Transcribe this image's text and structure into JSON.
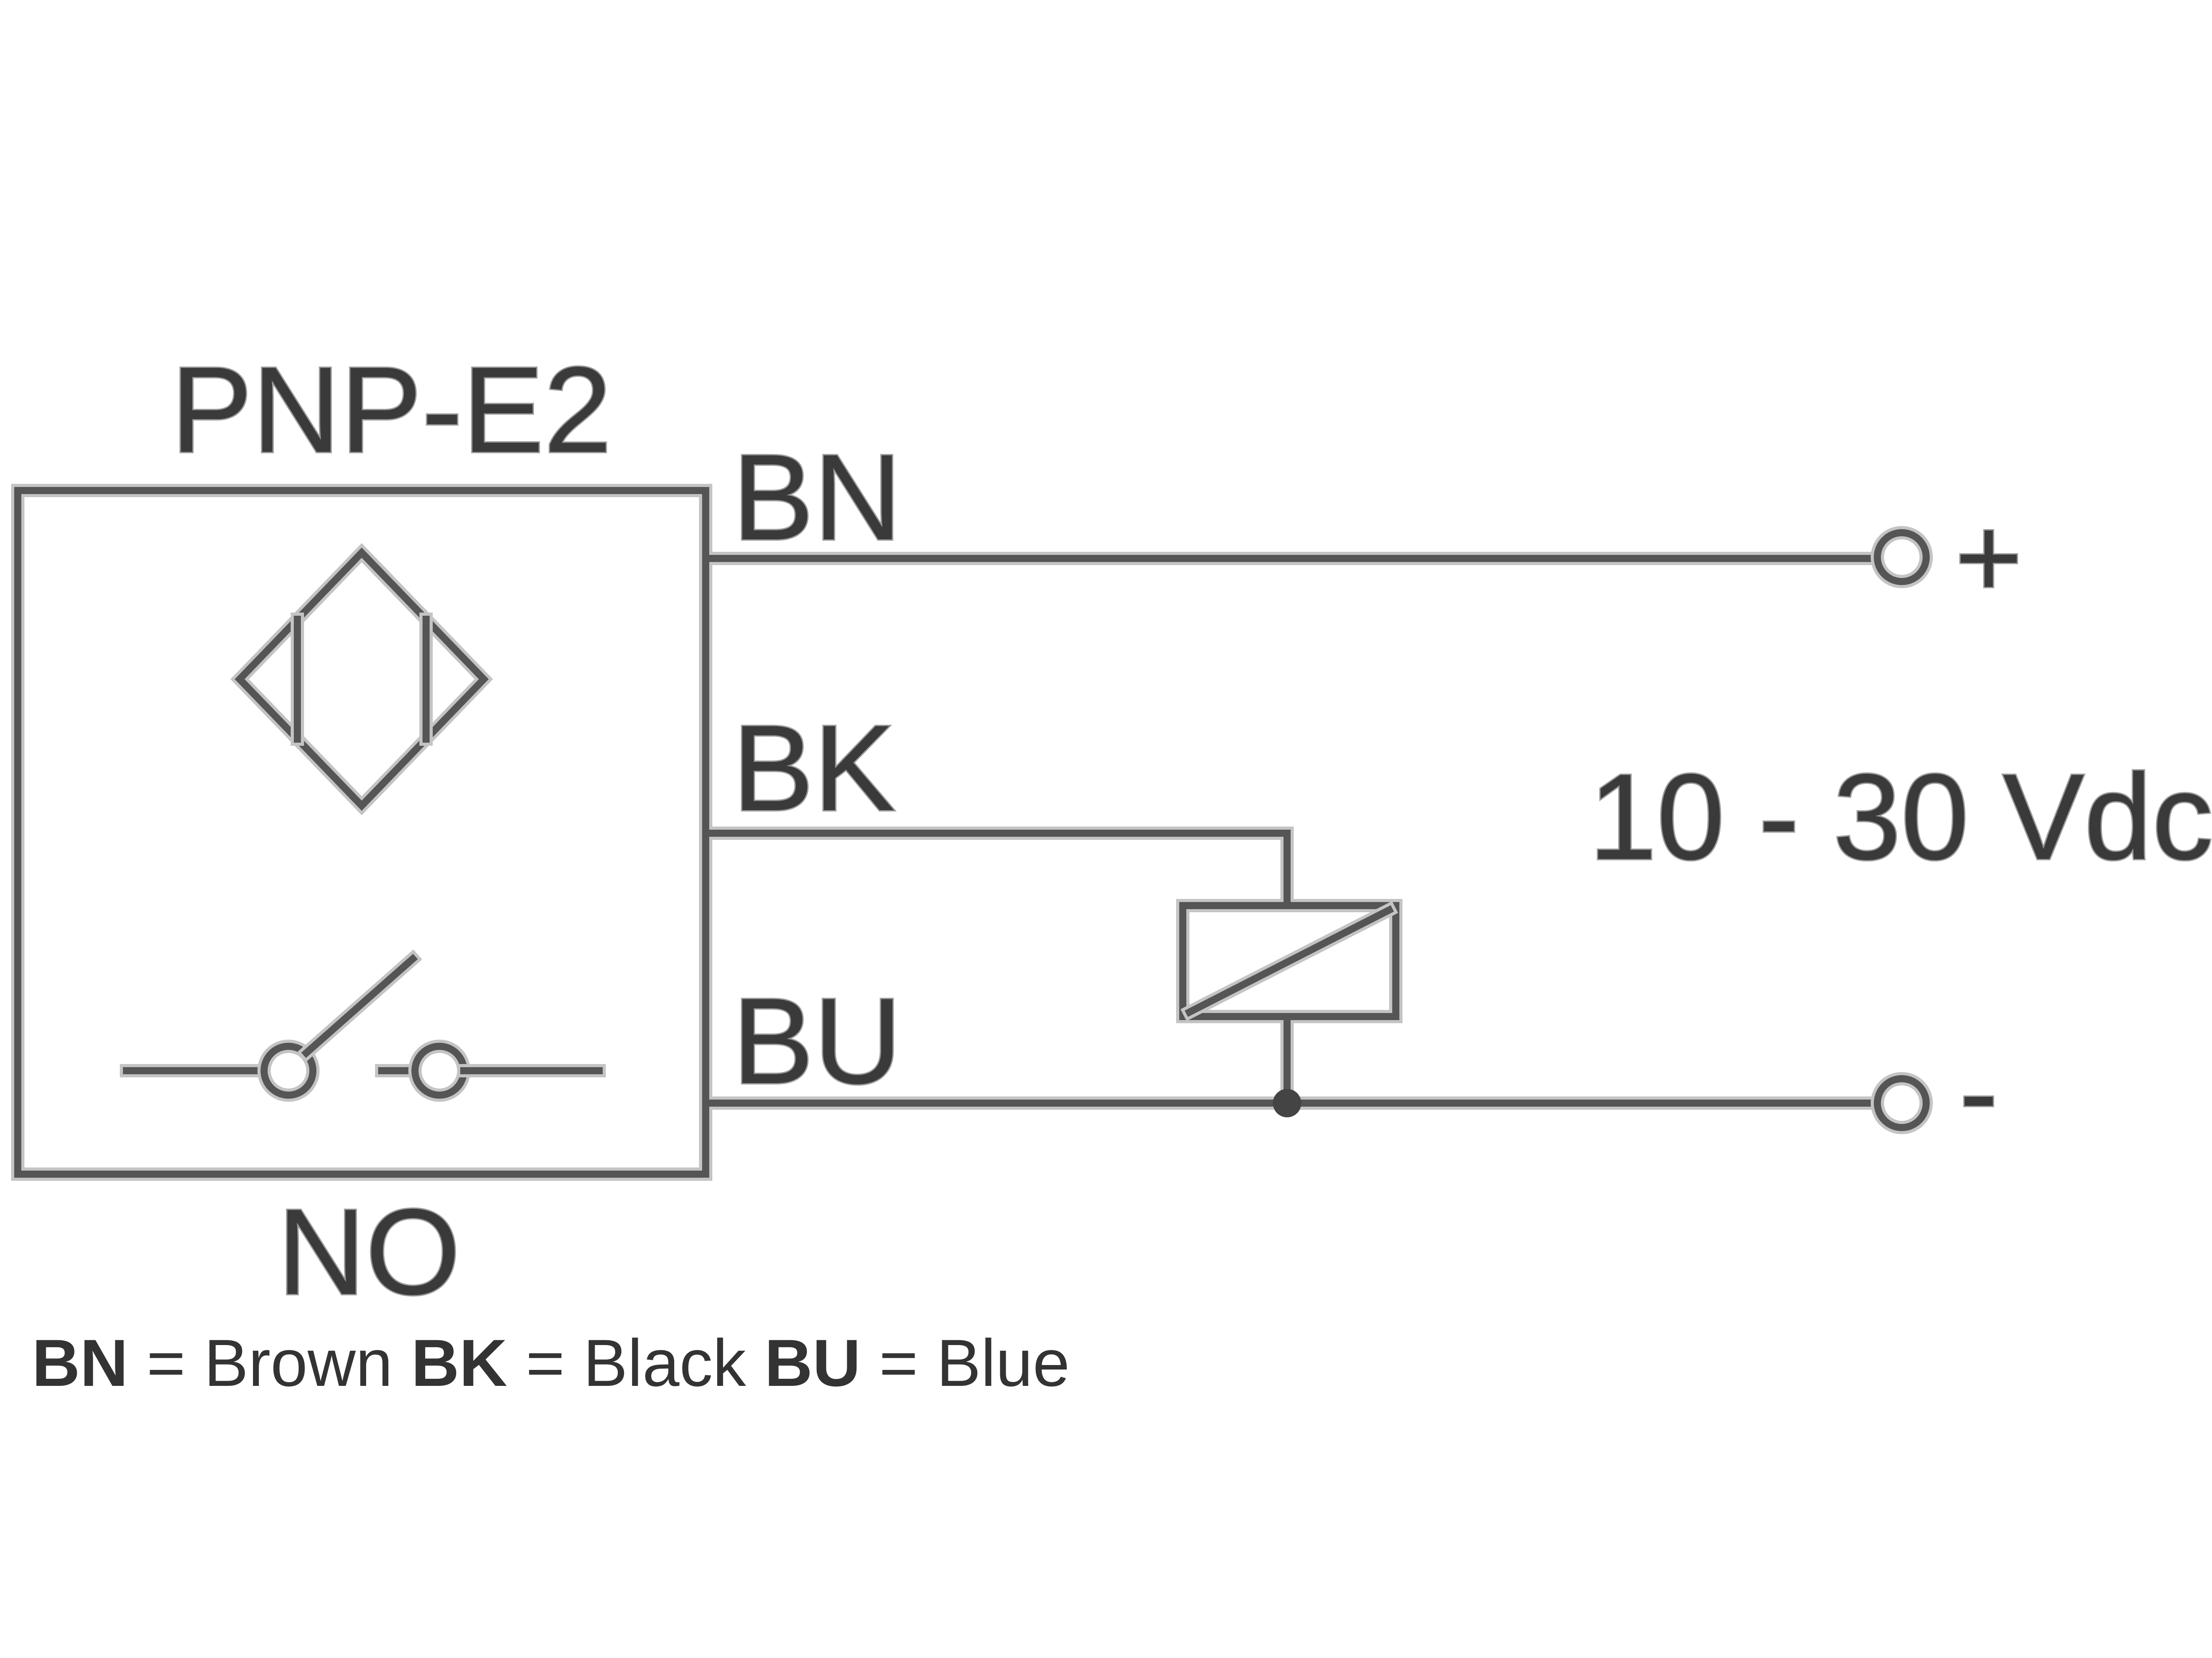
{
  "sensor": {
    "type_label": "PNP-E2",
    "contact_label": "NO"
  },
  "wires": {
    "bn": "BN",
    "bk": "BK",
    "bu": "BU"
  },
  "terminals": {
    "plus": "+",
    "minus": "-"
  },
  "supply": {
    "voltage": "10 - 30 Vdc"
  },
  "legend": {
    "bn_code": "BN",
    "bn_text": " = Brown ",
    "bk_code": "BK",
    "bk_text": " = Black ",
    "bu_code": "BU",
    "bu_text": " = Blue"
  },
  "colors": {
    "line": "#555555",
    "text": "#333333",
    "background": "#ffffff"
  }
}
